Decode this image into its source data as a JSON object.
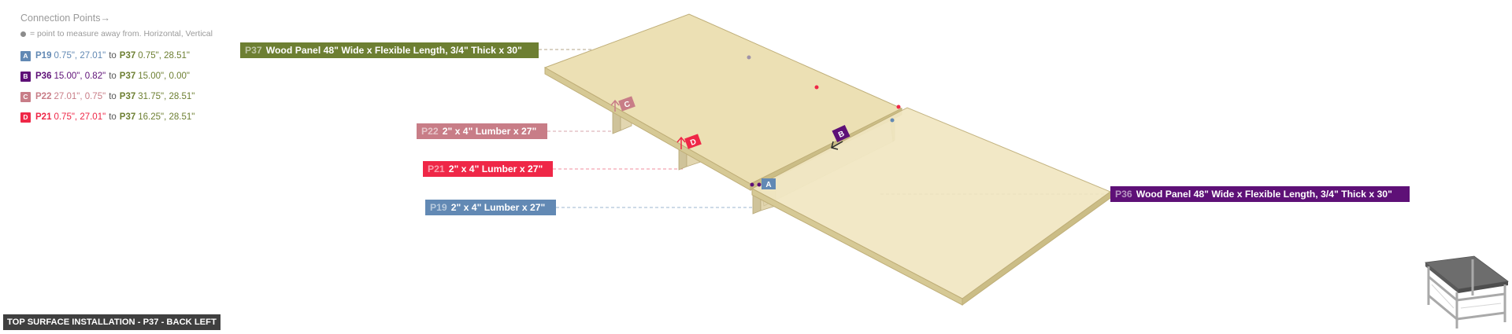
{
  "colors": {
    "p19": "#6289b4",
    "p36": "#5e1077",
    "p22": "#c87d87",
    "p21": "#ef2747",
    "p37": "#6d7f32",
    "panel_top": "#ece0b4",
    "panel_edge": "#c9b77c",
    "lumber": "#e2d6b0"
  },
  "legend": {
    "title": "Connection Points",
    "arrow": "→",
    "note": "= point to measure away from. Horizontal, Vertical",
    "rows": [
      {
        "letter": "A",
        "color": "#6289b4",
        "from_part": "P19",
        "from_coords": "0.75\", 27.01\"",
        "to_word": "to",
        "to_part": "P37",
        "to_coords": "0.75\", 28.51\""
      },
      {
        "letter": "B",
        "color": "#5e1077",
        "from_part": "P36",
        "from_coords": "15.00\", 0.82\"",
        "to_word": "to",
        "to_part": "P37",
        "to_coords": "15.00\", 0.00\""
      },
      {
        "letter": "C",
        "color": "#c87d87",
        "from_part": "P22",
        "from_coords": "27.01\", 0.75\"",
        "to_word": "to",
        "to_part": "P37",
        "to_coords": "31.75\", 28.51\""
      },
      {
        "letter": "D",
        "color": "#ef2747",
        "from_part": "P21",
        "from_coords": "0.75\", 27.01\"",
        "to_word": "to",
        "to_part": "P37",
        "to_coords": "16.25\", 28.51\""
      }
    ]
  },
  "callouts": {
    "p37": {
      "id": "P37",
      "text": "Wood Panel 48\" Wide x Flexible Length, 3/4\" Thick x 30\""
    },
    "p22": {
      "id": "P22",
      "text": "2\" x 4\" Lumber  x 27\""
    },
    "p21": {
      "id": "P21",
      "text": "2\" x 4\" Lumber  x 27\""
    },
    "p19": {
      "id": "P19",
      "text": "2\" x 4\" Lumber  x 27\""
    },
    "p36": {
      "id": "P36",
      "text": "Wood Panel 48\" Wide x Flexible Length, 3/4\" Thick x 30\""
    }
  },
  "markers": {
    "a": "A",
    "b": "B",
    "c": "C",
    "d": "D"
  },
  "footer": "TOP SURFACE INSTALLATION - P37 - BACK LEFT"
}
